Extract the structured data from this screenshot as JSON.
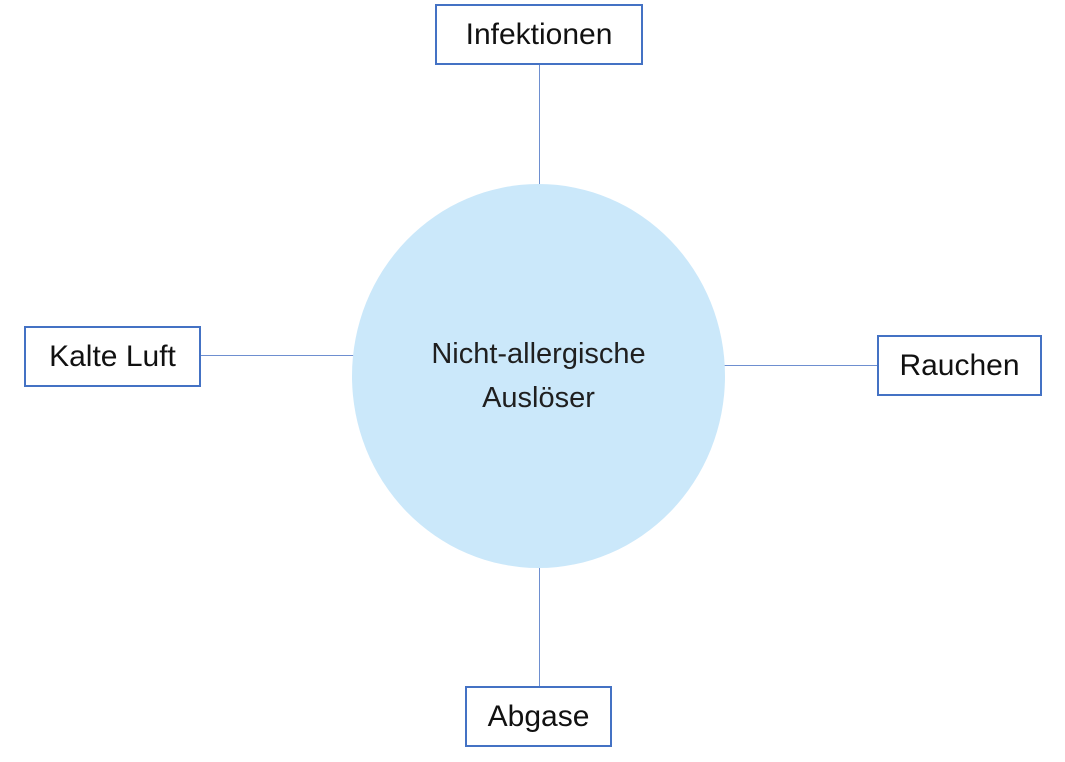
{
  "center": {
    "line1": "Nicht-allergische",
    "line2": "Auslöser"
  },
  "nodes": {
    "top": "Infektionen",
    "left": "Kalte Luft",
    "right": "Rauchen",
    "bottom": "Abgase"
  },
  "colors": {
    "hub_fill": "#cbe8fa",
    "box_border": "#4472c4",
    "connector": "#6e8fd0"
  }
}
